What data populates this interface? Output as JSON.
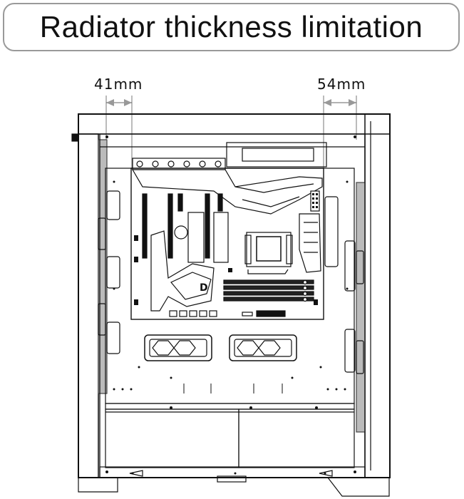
{
  "title": "Radiator thickness limitation",
  "dimensions": {
    "left": "41mm",
    "right": "54mm"
  }
}
